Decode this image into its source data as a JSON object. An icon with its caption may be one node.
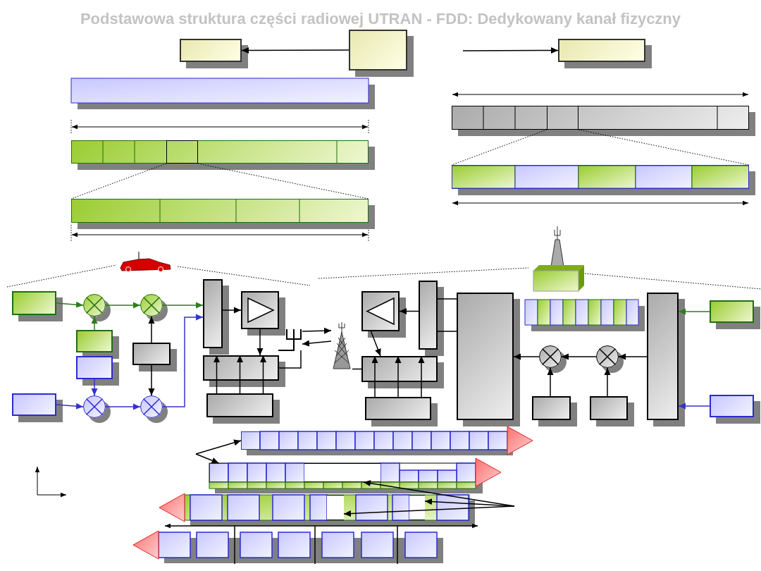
{
  "diagram": {
    "title": "Podstawowa struktura części radiowej UTRAN - FDD: Dedykowany kanał fizyczny",
    "nodes": [
      {
        "text": [],
        "shape": "box"
      },
      {
        "text": [],
        "shape": "box"
      },
      {
        "text": [],
        "shape": "box"
      },
      {
        "text": [],
        "shape": "box"
      },
      {
        "text": [],
        "shape": "circle"
      },
      {
        "text": [],
        "shape": "circle"
      },
      {
        "text": [],
        "shape": "box"
      },
      {
        "text": [],
        "shape": "box"
      },
      {
        "text": [],
        "shape": "box"
      },
      {
        "text": [],
        "shape": "box"
      },
      {
        "text": [],
        "shape": "circle"
      },
      {
        "text": [],
        "shape": "circle"
      },
      {
        "text": [],
        "shape": "box"
      },
      {
        "text": [],
        "shape": "box"
      },
      {
        "text": [],
        "shape": "box"
      },
      {
        "text": [],
        "shape": "box"
      },
      {
        "text": [],
        "shape": "picture"
      },
      {
        "text": [],
        "shape": "picture"
      },
      {
        "text": [],
        "shape": "box"
      },
      {
        "text": [],
        "shape": "box"
      },
      {
        "text": [],
        "shape": "box"
      },
      {
        "text": [],
        "shape": "box"
      },
      {
        "text": [],
        "shape": "box"
      },
      {
        "text": [],
        "shape": "circle"
      },
      {
        "text": [],
        "shape": "circle"
      },
      {
        "text": [],
        "shape": "box"
      },
      {
        "text": [],
        "shape": "box"
      },
      {
        "text": [],
        "shape": "box"
      },
      {
        "text": [],
        "shape": "box"
      },
      {
        "text": [],
        "shape": "box"
      },
      {
        "text": [],
        "shape": "bar"
      },
      {
        "text": [],
        "shape": "box",
        "in": 30
      },
      {
        "text": [],
        "shape": "bar"
      },
      {
        "text": [],
        "shape": "bar"
      },
      {
        "text": [],
        "shape": "box",
        "in": 33
      },
      {
        "text": [],
        "shape": "bar"
      },
      {
        "text": [],
        "shape": "box"
      },
      {
        "text": [],
        "shape": "box"
      },
      {
        "text": [],
        "shape": "box"
      },
      {
        "text": [],
        "shape": "box"
      },
      {
        "text": [],
        "shape": "box"
      }
    ],
    "edges": [
      {
        "from": 1,
        "to": 0,
        "arrow": "to"
      },
      {
        "from": null,
        "to": 2,
        "arrow": "to"
      },
      {
        "from": 3,
        "to": 4,
        "arrow": "to",
        "color": "#2e7d1e"
      },
      {
        "from": 4,
        "to": 5,
        "arrow": "to",
        "color": "#2e7d1e"
      },
      {
        "from": 6,
        "to": 4,
        "arrow": "to",
        "color": "#2e7d1e"
      },
      {
        "from": 5,
        "to": 12,
        "arrow": "to",
        "color": "#2e7d1e"
      },
      {
        "from": 8,
        "to": 5,
        "arrow": "to"
      },
      {
        "from": 8,
        "to": 11,
        "arrow": "to"
      },
      {
        "from": 7,
        "to": 10,
        "arrow": "to",
        "color": "#3333cc"
      },
      {
        "from": 9,
        "to": 10,
        "arrow": "to",
        "color": "#3333cc"
      },
      {
        "from": 10,
        "to": 11,
        "arrow": "to",
        "color": "#3333cc"
      },
      {
        "from": 11,
        "to": 12,
        "arrow": "to",
        "color": "#3333cc"
      },
      {
        "from": 12,
        "to": 13,
        "arrow": "to"
      },
      {
        "from": 13,
        "to": 14,
        "arrow": "to"
      },
      {
        "from": 15,
        "to": 14,
        "arrow": "to"
      },
      {
        "from": 15,
        "to": 14,
        "arrow": "to"
      },
      {
        "from": 15,
        "to": 14,
        "arrow": "to"
      },
      {
        "from": 14,
        "to": 16,
        "arrow": "none"
      },
      {
        "from": 16,
        "to": 17,
        "arrow": "to"
      },
      {
        "from": 17,
        "to": 16,
        "arrow": "to"
      },
      {
        "from": 17,
        "to": 20,
        "arrow": "none"
      },
      {
        "from": 19,
        "to": 18,
        "arrow": "to"
      },
      {
        "from": 18,
        "to": 20,
        "arrow": "to"
      },
      {
        "from": 21,
        "to": 20,
        "arrow": "to"
      },
      {
        "from": 21,
        "to": 20,
        "arrow": "to"
      },
      {
        "from": 21,
        "to": 20,
        "arrow": "to"
      },
      {
        "from": 19,
        "to": 22,
        "arrow": "none"
      },
      {
        "from": 19,
        "to": 22,
        "arrow": "none"
      },
      {
        "from": 27,
        "to": 24,
        "arrow": "to"
      },
      {
        "from": 24,
        "to": 23,
        "arrow": "to"
      },
      {
        "from": 23,
        "to": 22,
        "arrow": "to"
      },
      {
        "from": 25,
        "to": 23,
        "arrow": "to"
      },
      {
        "from": 26,
        "to": 24,
        "arrow": "to"
      },
      {
        "from": 28,
        "to": 27,
        "arrow": "to",
        "color": "#2e7d1e"
      },
      {
        "from": 29,
        "to": 27,
        "arrow": "to",
        "color": "#3333cc"
      },
      {
        "from": 31,
        "to": 32,
        "arrow": "none",
        "style": "dashed"
      },
      {
        "from": 31,
        "to": 32,
        "arrow": "none",
        "style": "dashed"
      },
      {
        "from": 34,
        "to": 35,
        "arrow": "none",
        "style": "dashed"
      },
      {
        "from": 34,
        "to": 35,
        "arrow": "none",
        "style": "dashed"
      },
      {
        "from": null,
        "to": 36,
        "arrow": "to"
      },
      {
        "from": null,
        "to": 37,
        "arrow": "to"
      },
      {
        "from": null,
        "to": 38,
        "arrow": "to"
      },
      {
        "from": null,
        "to": 40,
        "arrow": "to"
      },
      {
        "from": null,
        "to": 39,
        "arrow": "to"
      }
    ]
  }
}
